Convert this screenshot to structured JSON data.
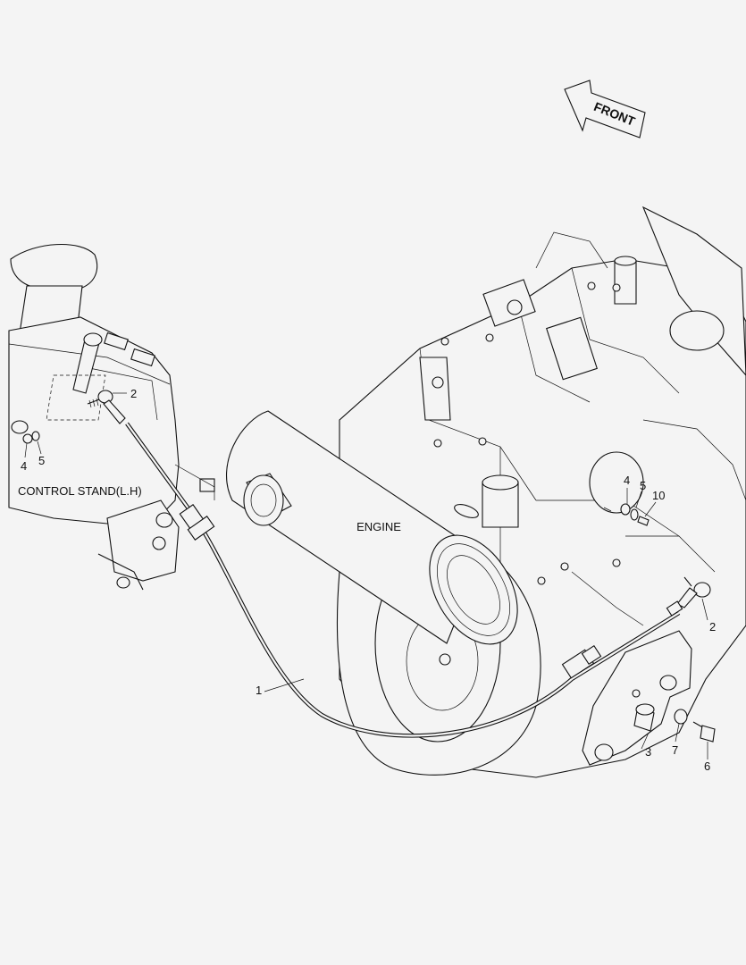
{
  "labels": {
    "front": "FRONT",
    "engine": "ENGINE",
    "control_stand": "CONTROL STAND(L.H)"
  },
  "callouts": {
    "cable": "1",
    "rod_end_left": "2",
    "rod_end_right": "2",
    "bracket_spacer": "3",
    "nut_left": "4",
    "washer_left": "5",
    "nut_right": "4",
    "washer_right": "5",
    "pin_right": "10",
    "bolt": "6",
    "washer_bolt": "7"
  }
}
